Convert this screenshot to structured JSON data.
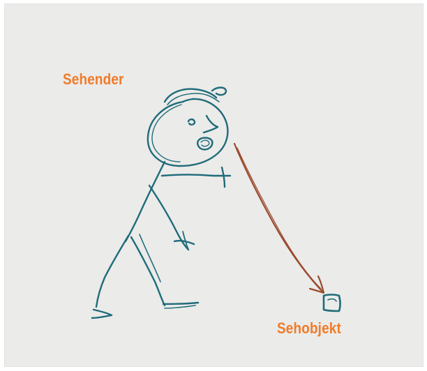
{
  "labels": {
    "viewer": "Sehender",
    "object": "Sehobjekt"
  },
  "colors": {
    "paper": "#ebebe9",
    "figure_ink": "#1f6b7a",
    "gaze_line": "#9a4a2e",
    "label": "#f07b2a"
  },
  "icons": {
    "figure": "stick-figure-person",
    "gaze": "arrow",
    "object": "small-object"
  }
}
